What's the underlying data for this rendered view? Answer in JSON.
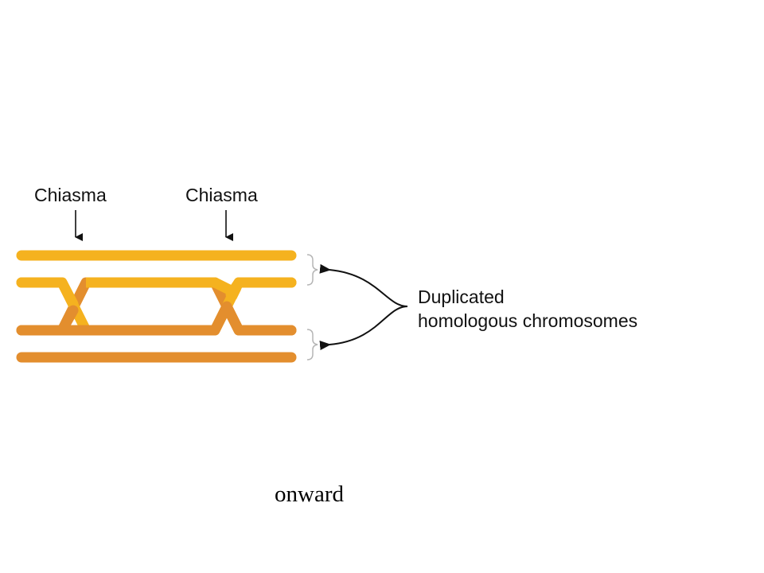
{
  "diagram": {
    "chiasma_labels": [
      "Chiasma",
      "Chiasma"
    ],
    "annotation": {
      "line1": "Duplicated",
      "line2": "homologous chromosomes"
    },
    "colors": {
      "chromosome_yellow": "#F5B21F",
      "chromosome_orange": "#E38E2E",
      "arrow": "#111111",
      "bracket": "#B5B5B5"
    }
  },
  "footer": {
    "text": "onward"
  }
}
